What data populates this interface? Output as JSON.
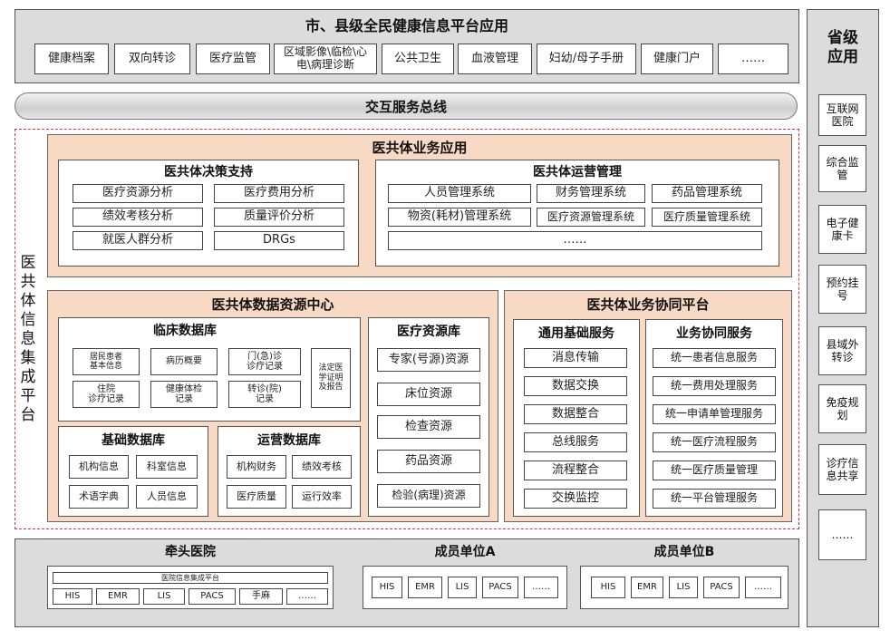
{
  "top": {
    "title": "市、县级全民健康信息平台应用",
    "items": [
      "健康档案",
      "双向转诊",
      "医疗监管",
      "区域影像\\临检\\心电\\病理诊断",
      "公共卫生",
      "血液管理",
      "妇幼/母子手册",
      "健康门户",
      "……"
    ]
  },
  "provincial": {
    "title": "省级\n应用",
    "items": [
      "互联网医院",
      "综合监管",
      "电子健康卡",
      "预约挂号",
      "县域外转诊",
      "免疫规划",
      "诊疗信息共享",
      "……"
    ]
  },
  "bus": {
    "label": "交互服务总线"
  },
  "integration": {
    "label": "医共体信息集成平台"
  },
  "business": {
    "title": "医共体业务应用",
    "decision": {
      "title": "医共体决策支持",
      "items": [
        "医疗资源分析",
        "医疗费用分析",
        "绩效考核分析",
        "质量评价分析",
        "就医人群分析",
        "DRGs"
      ]
    },
    "operation": {
      "title": "医共体运营管理",
      "items": [
        "人员管理系统",
        "财务管理系统",
        "药品管理系统",
        "物资(耗材)管理系统",
        "医疗资源管理系统",
        "医疗质量管理系统",
        "……"
      ]
    }
  },
  "data_center": {
    "title": "医共体数据资源中心",
    "clinical": {
      "title": "临床数据库",
      "items": [
        "居民患者\n基本信息",
        "病历概要",
        "门(急)诊\n诊疗记录",
        "住院\n诊疗记录",
        "健康体检\n记录",
        "转诊(院)\n记录",
        "法定医\n学证明\n及报告"
      ]
    },
    "basic": {
      "title": "基础数据库",
      "items": [
        "机构信息",
        "科室信息",
        "术语字典",
        "人员信息"
      ]
    },
    "ops": {
      "title": "运营数据库",
      "items": [
        "机构财务",
        "绩效考核",
        "医疗质量",
        "运行效率"
      ]
    },
    "resource": {
      "title": "医疗资源库",
      "items": [
        "专家(号源)资源",
        "床位资源",
        "检查资源",
        "药品资源",
        "检验(病理)资源"
      ]
    }
  },
  "collab": {
    "title": "医共体业务协同平台",
    "general": {
      "title": "通用基础服务",
      "items": [
        "消息传输",
        "数据交换",
        "数据整合",
        "总线服务",
        "流程整合",
        "交换监控"
      ]
    },
    "service": {
      "title": "业务协同服务",
      "items": [
        "统一患者信息服务",
        "统一费用处理服务",
        "统一申请单管理服务",
        "统一医疗流程服务",
        "统一医疗质量管理",
        "统一平台管理服务"
      ]
    }
  },
  "bottom": {
    "lead": {
      "title": "牵头医院",
      "platform": "医院信息集成平台",
      "items": [
        "HIS",
        "EMR",
        "LIS",
        "PACS",
        "手麻",
        "……"
      ]
    },
    "memberA": {
      "title": "成员单位A",
      "items": [
        "HIS",
        "EMR",
        "LIS",
        "PACS",
        "……"
      ]
    },
    "memberB": {
      "title": "成员单位B",
      "items": [
        "HIS",
        "EMR",
        "LIS",
        "PACS",
        "……"
      ]
    }
  }
}
